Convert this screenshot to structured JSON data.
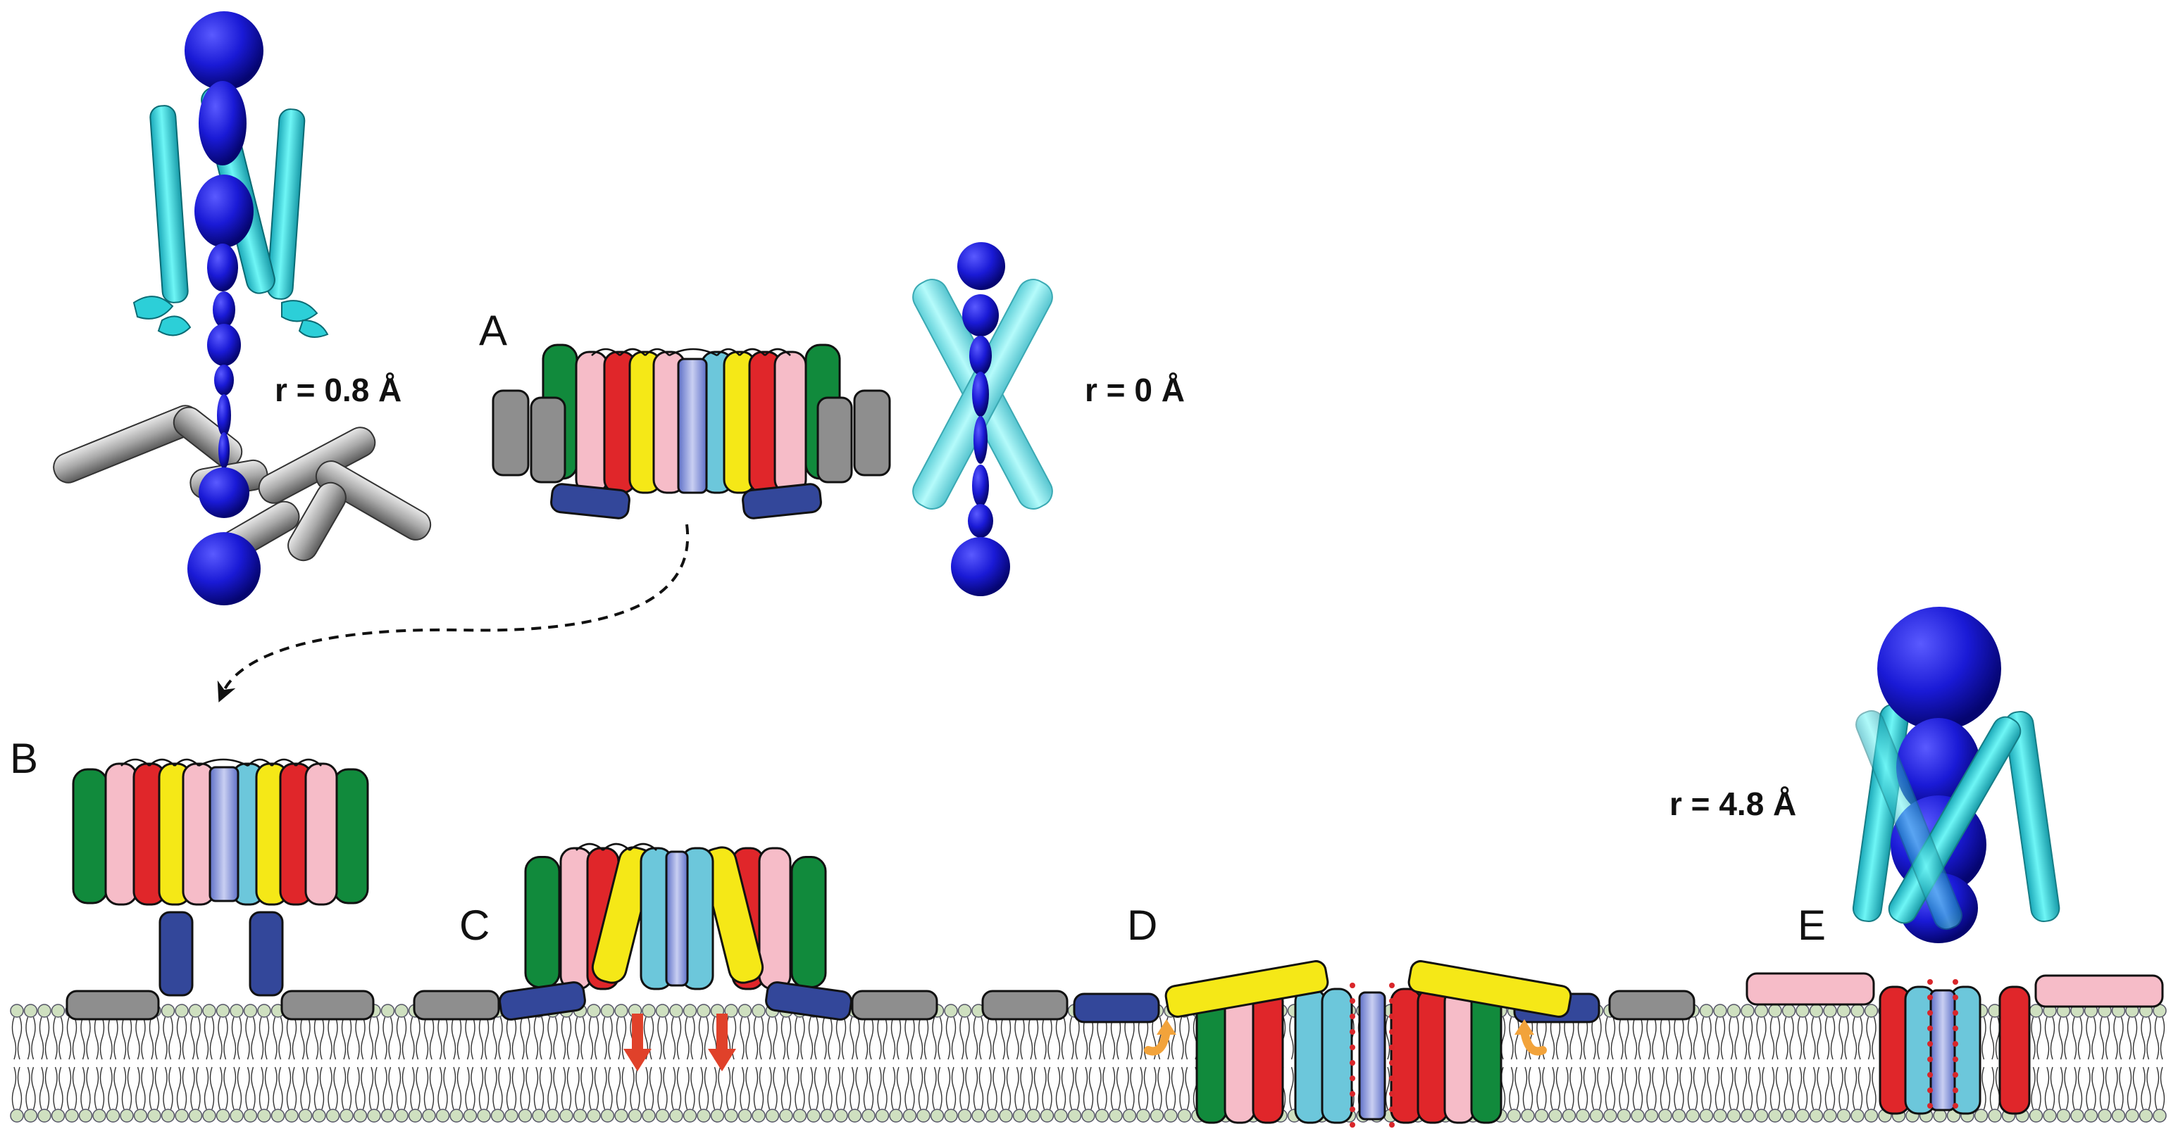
{
  "panel_labels": {
    "a": "A",
    "b": "B",
    "c": "C",
    "d": "D",
    "e": "E"
  },
  "radius_labels": {
    "top_left": "r = 0.8 Å",
    "top_right": "r = 0 Å",
    "right": "r = 4.8 Å"
  },
  "colors": {
    "blue_pore": "#1f1fd8",
    "dark_blue": "#0a0a9a",
    "cyan_helix": "#3fe0e0",
    "light_cyan": "#8ff0f0",
    "gray_protein": "#8e8e8e",
    "light_gray": "#c8c8c8",
    "green": "#118a3c",
    "pink": "#f6bcc8",
    "red": "#e0262a",
    "yellow": "#f5e817",
    "light_blue": "#6cc7db",
    "navy": "#33479a",
    "center_lavender": "#9aa5dd",
    "membrane_head": "#cfe0c0",
    "arrow_red": "#e0412a",
    "arrow_orange": "#f2a33b",
    "red_dot": "#d9262a",
    "outline": "#111111"
  }
}
